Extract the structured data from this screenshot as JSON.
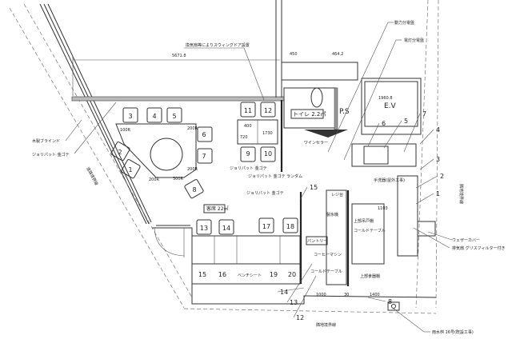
{
  "notes": {
    "swing_door": "換気扇等によりスウィングドア設置",
    "dimension_total": "5671.8",
    "blind": "木製ブラインド",
    "jolypate_1": "ジョリパット 金ゴテ",
    "jolypate_2": "ジョリパット 金ゴテ",
    "jolypate_3": "ジョリパット 金ゴテ ランダム",
    "jolypate_4": "ジョリパット 金ゴテ",
    "road_boundary": "道路境界線",
    "adjacent_boundary_right": "隣地境界線",
    "adjacent_boundary_bottom": "隣地境界線",
    "power_panel": "動力分電盤",
    "light_panel": "電灯分電盤",
    "dim_450": "450",
    "dim_464": "464.2",
    "toilet": "トイレ 2.2㎡",
    "ps": "P.S",
    "ev": "E.V",
    "ev_dim": "1960.8",
    "wine_cellar": "ワインセラー",
    "seating_area": "客席 22㎡",
    "bench_seat": "ベンチシート",
    "register": "レジ台",
    "ice_machine": "製氷機",
    "pantry": "パントリー",
    "coffee_machine": "コーヒーマシン",
    "cold_table_1": "コールドテーブル",
    "cold_table_2": "コールドテーブル",
    "hand_wash": "手洗器(屋外工事)",
    "upper_cabinet": "上部吊戸棚",
    "upper_dish_shelf": "上部食器棚",
    "weather_cover": "ウェザーカバー",
    "exhaust_fan": "排気扇 グリスフィルター付き",
    "rain_basin": "雨水桝 16号(既設工事)",
    "r100": "100R",
    "r200a": "200R",
    "r200b": "200R",
    "r200c": "200R",
    "r300": "300R",
    "dim_400": "400",
    "dim_1730": "1730",
    "dim_720": "720",
    "dim_1000": "1000",
    "dim_30": "30",
    "dim_1400": "1400",
    "dim_1103": "1103"
  },
  "seats": [
    "1",
    "2",
    "3",
    "4",
    "5",
    "6",
    "7",
    "8",
    "9",
    "10",
    "11",
    "12",
    "13",
    "14",
    "15",
    "16",
    "17",
    "18",
    "19",
    "20"
  ],
  "callouts": [
    "1",
    "2",
    "3",
    "4",
    "5",
    "6",
    "7",
    "8",
    "12",
    "13",
    "14",
    "15"
  ]
}
